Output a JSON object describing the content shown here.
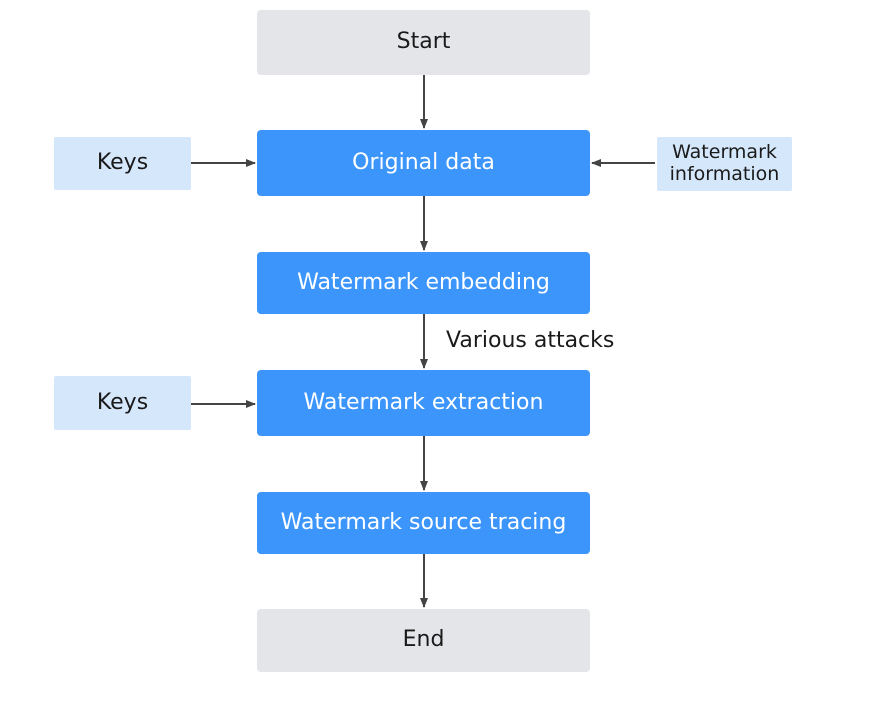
{
  "nodes": {
    "start": "Start",
    "original_data": "Original data",
    "keys_top": "Keys",
    "watermark_information": "Watermark\ninformation",
    "watermark_embedding": "Watermark embedding",
    "watermark_extraction": "Watermark extraction",
    "keys_bottom": "Keys",
    "watermark_source_tracing": "Watermark source tracing",
    "end": "End"
  },
  "edge_labels": {
    "embedding_to_extraction": "Various attacks"
  },
  "colors": {
    "terminal": "#e3e5e8",
    "process": "#3b95fb",
    "input": "#d5e7fb",
    "arrow": "#444444"
  }
}
